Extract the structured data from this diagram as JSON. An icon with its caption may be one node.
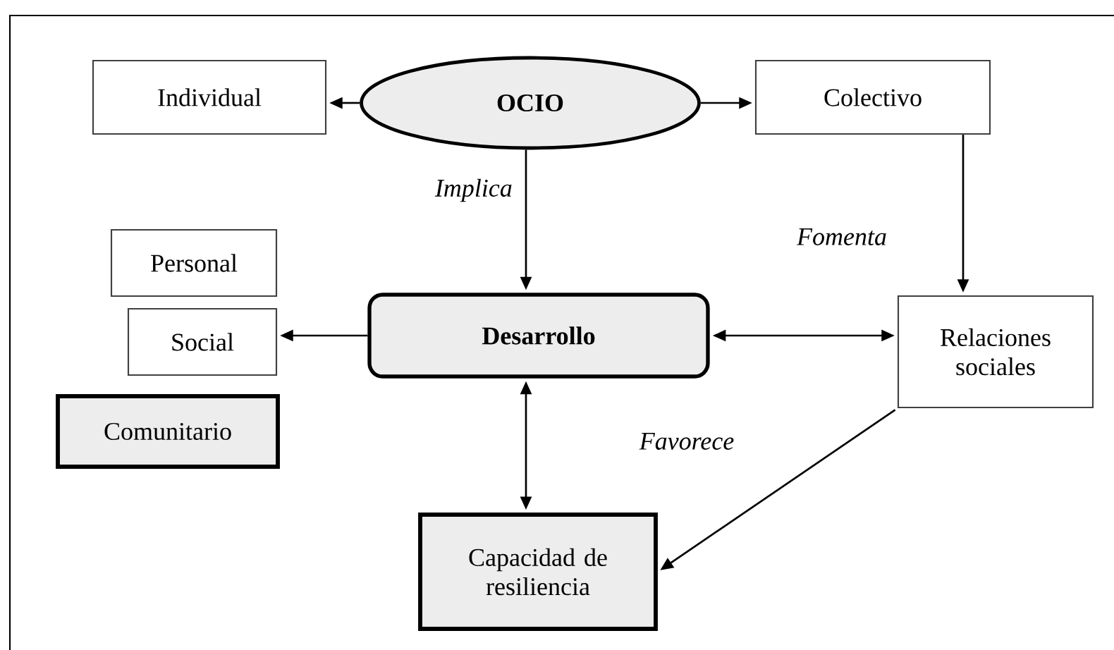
{
  "diagram": {
    "nodes": [
      {
        "text": [
          "OCIO"
        ]
      },
      {
        "text": [
          "Individual"
        ]
      },
      {
        "text": [
          "Colectivo"
        ]
      },
      {
        "text": [
          "Personal"
        ]
      },
      {
        "text": [
          "Social"
        ]
      },
      {
        "text": [
          "Comunitario"
        ]
      },
      {
        "text": [
          "Desarrollo"
        ]
      },
      {
        "text": [
          "Relaciones sociales"
        ]
      },
      {
        "text": [
          "Capacidad de resiliencia"
        ]
      }
    ],
    "edges": [
      {
        "from": 0,
        "to": 1,
        "arrow": "to"
      },
      {
        "from": 0,
        "to": 2,
        "arrow": "to"
      },
      {
        "from": 0,
        "to": 6,
        "arrow": "to",
        "label": "Implica"
      },
      {
        "from": 2,
        "to": 7,
        "arrow": "to",
        "label": "Fomenta"
      },
      {
        "from": 6,
        "to": 4,
        "arrow": "to"
      },
      {
        "from": 6,
        "to": 7,
        "arrow": "both"
      },
      {
        "from": 6,
        "to": 8,
        "arrow": "both"
      },
      {
        "from": 7,
        "to": 8,
        "arrow": "to",
        "label": "Favorece"
      }
    ]
  }
}
